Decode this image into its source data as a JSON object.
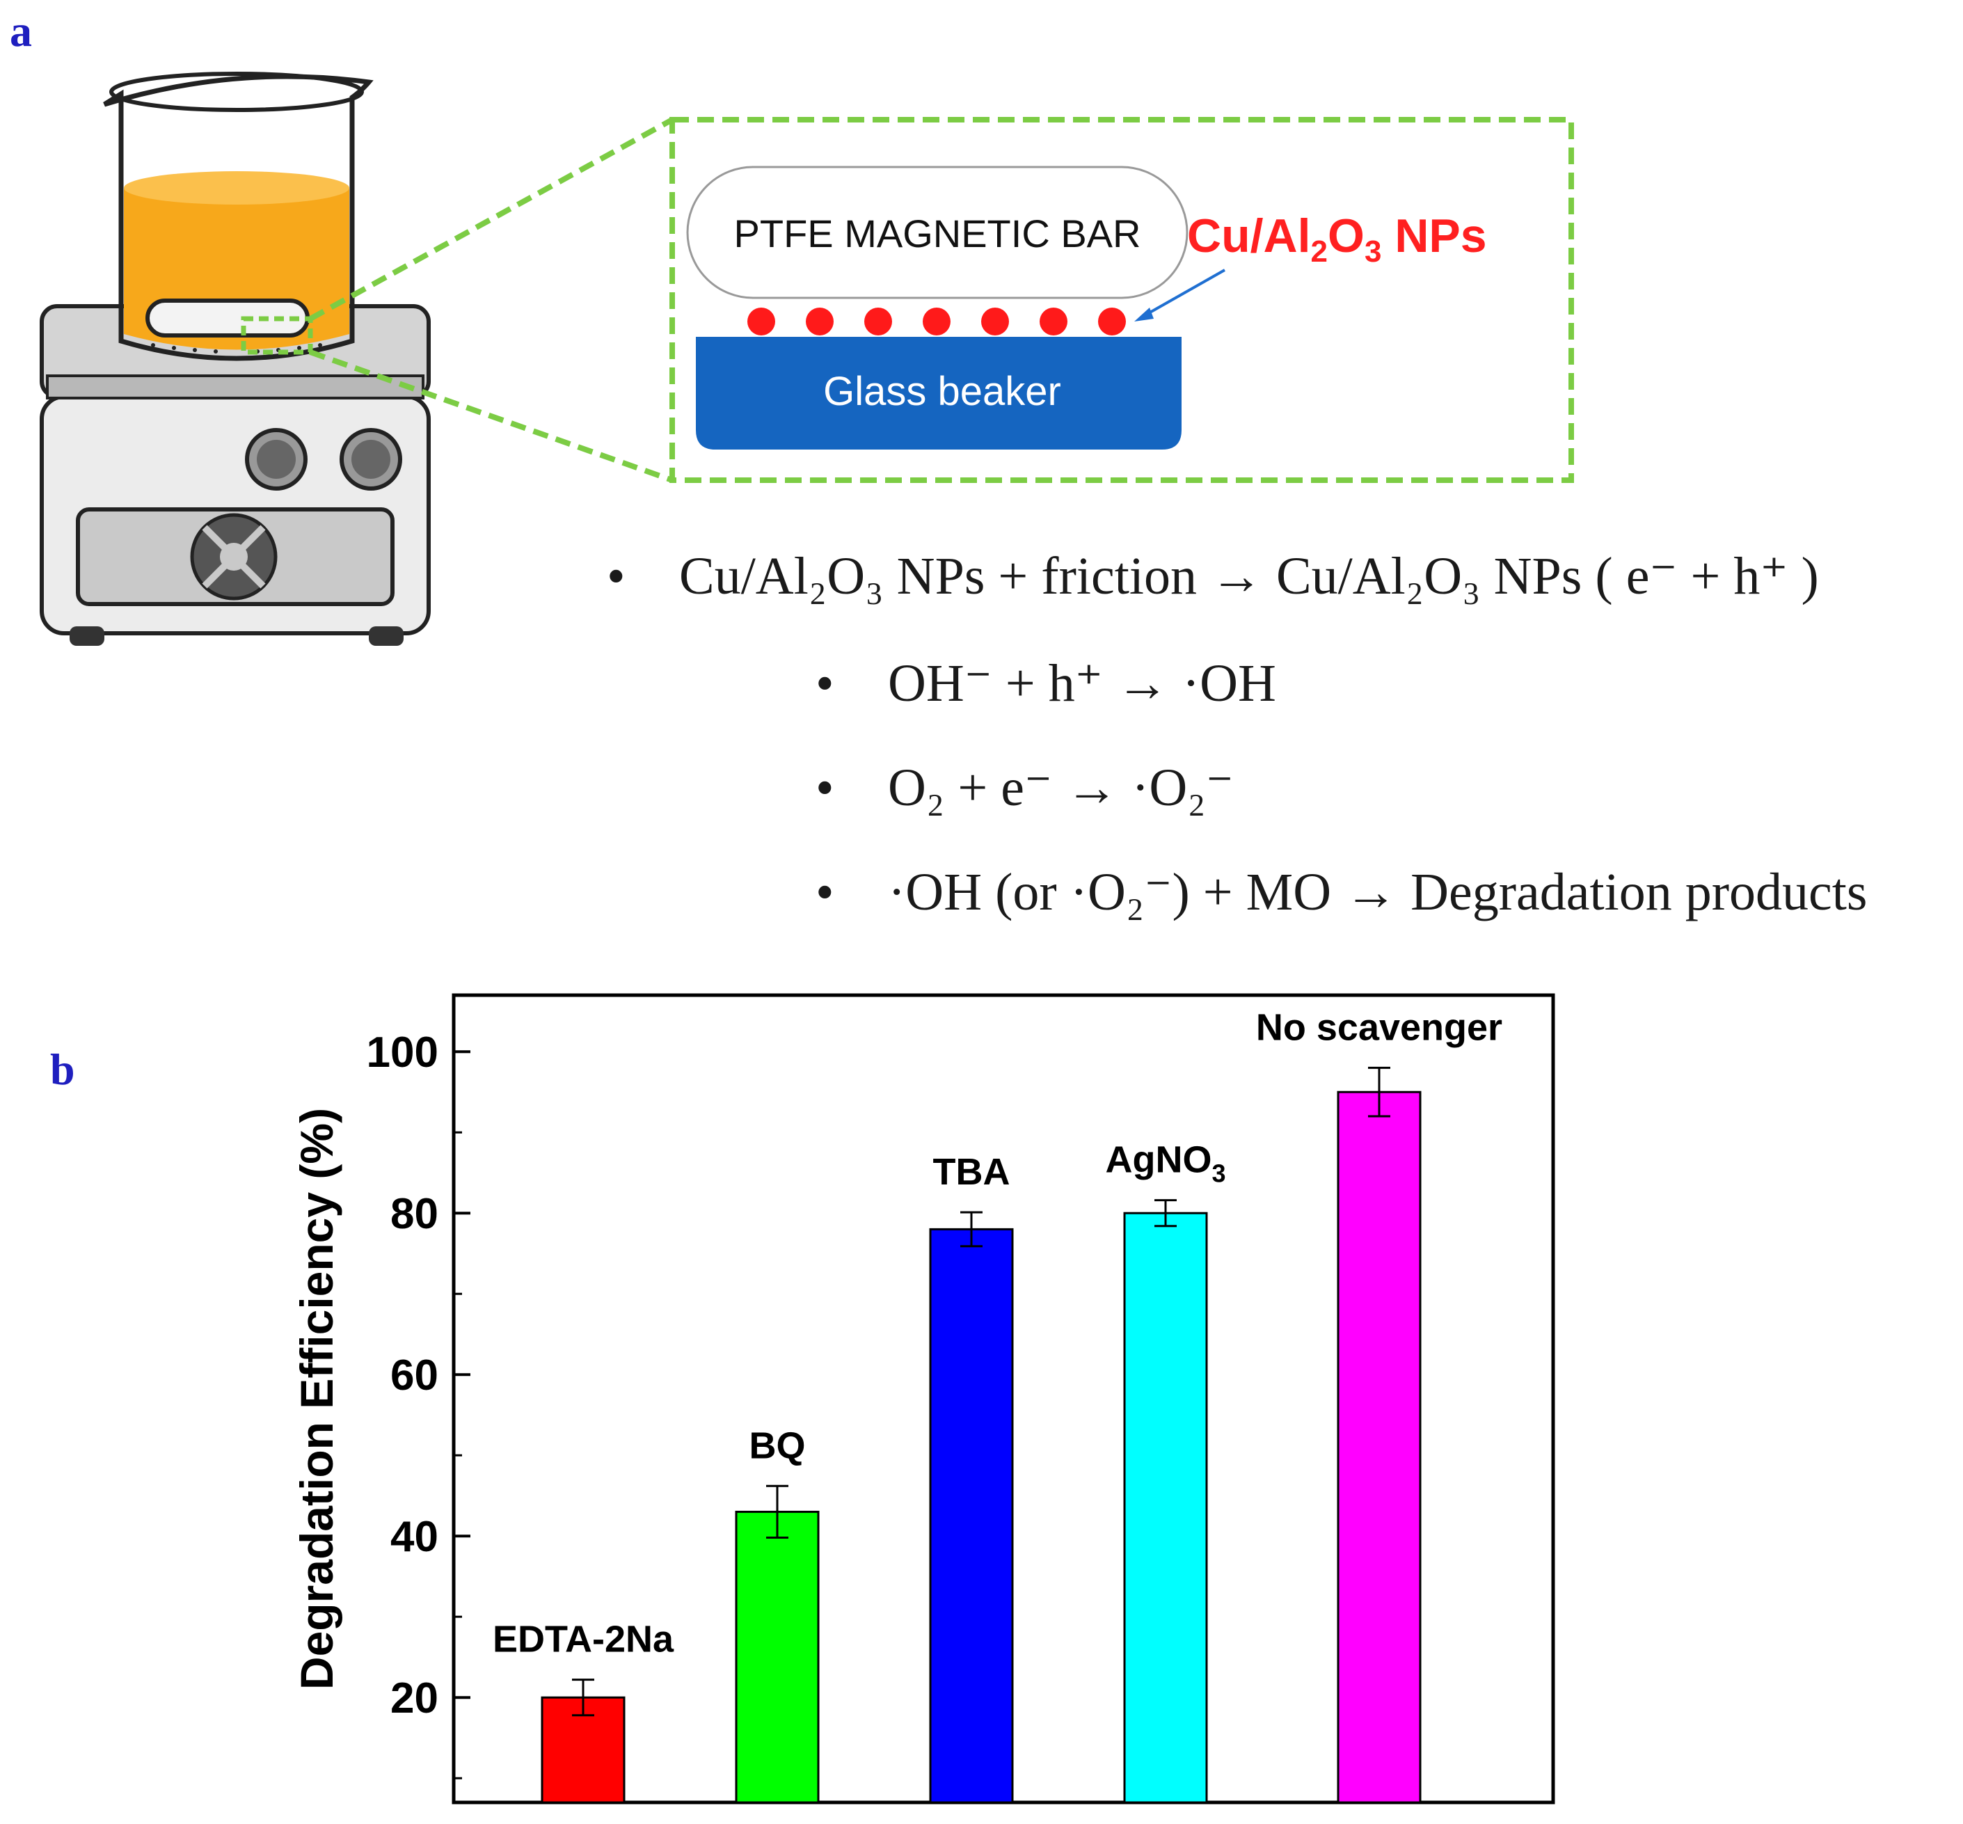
{
  "panel_a": {
    "label": "a",
    "inset": {
      "bar_label": "PTFE MAGNETIC BAR",
      "np_label_prefix": "Cu/Al",
      "np_label_sub1": "2",
      "np_label_mid": "O",
      "np_label_sub2": "3",
      "np_label_suffix": " NPs",
      "beaker_label": "Glass beaker",
      "colors": {
        "dashed_frame": "#7ccc44",
        "np_dots": "#ff1a1a",
        "beaker": "#1565c0",
        "np_text": "#ff2020"
      }
    },
    "equations": [
      {
        "bullet": "•",
        "text": "Cu/Al₂O₃ NPs + friction → Cu/Al₂O₃ NPs ( e⁻ + h⁺ )"
      },
      {
        "bullet": "•",
        "text": "OH⁻ + h⁺ → ·OH"
      },
      {
        "bullet": "•",
        "text": "O₂ + e⁻ → ·O₂⁻"
      },
      {
        "bullet": "•",
        "text": "·OH (or ·O₂⁻) + MO → Degradation products"
      }
    ]
  },
  "panel_b": {
    "label": "b"
  },
  "chart_data": {
    "type": "bar",
    "categories": [
      "EDTA-2Na",
      "BQ",
      "TBA",
      "AgNO3",
      "No scavenger"
    ],
    "category_display": [
      {
        "main": "EDTA-2Na",
        "sub": ""
      },
      {
        "main": "BQ",
        "sub": ""
      },
      {
        "main": "TBA",
        "sub": ""
      },
      {
        "main": "AgNO",
        "sub": "3"
      },
      {
        "main": "No scavenger",
        "sub": ""
      }
    ],
    "values": [
      20,
      43,
      78,
      80,
      95
    ],
    "errors": [
      2.2,
      3.2,
      2.1,
      1.6,
      3.0
    ],
    "colors": [
      "#ff0000",
      "#00ff00",
      "#0000ff",
      "#00ffff",
      "#ff00ff"
    ],
    "ylabel": "Degradation Efficiency (%)",
    "xlabel": "",
    "ylim": [
      7,
      107
    ],
    "yticks": [
      20,
      40,
      60,
      80,
      100
    ]
  }
}
